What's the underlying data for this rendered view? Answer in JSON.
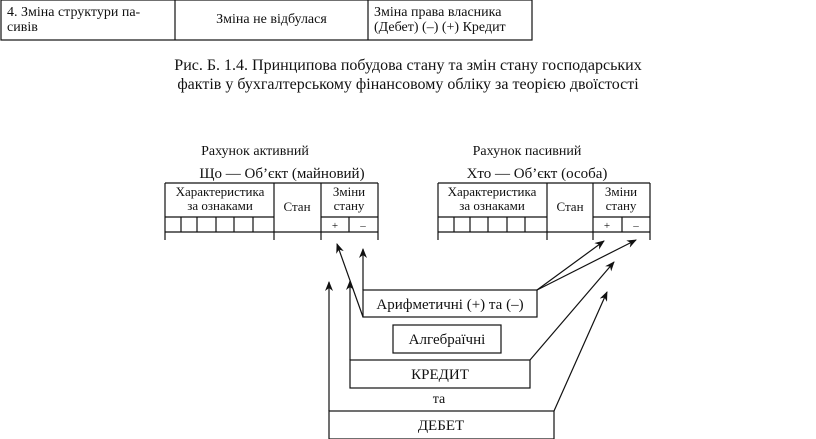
{
  "table_row": {
    "col1": "4. Зміна структури па-\nсивів",
    "col1_line1": "4. Зміна структури па-",
    "col1_line2": "сивів",
    "col2": "Зміна не відбулася",
    "col3_line1": "Зміна права власника",
    "col3_line2": "(Дебет) (–) (+) Кредит"
  },
  "caption": {
    "line1": "Рис. Б. 1.4. Принципова побудова стану та змін стану господарських",
    "line2": "фактів у бухгалтерському фінансовому обліку за теорією двоїстості"
  },
  "diagram": {
    "active": {
      "title": "Рахунок активний",
      "subtitle": "Що — Об’єкт (майновий)"
    },
    "passive": {
      "title": "Рахунок пасивний",
      "subtitle": "Хто — Об’єкт (особа)"
    },
    "col_characteristics_1": "Характеристика",
    "col_characteristics_2": "за ознаками",
    "col_state": "Стан",
    "col_changes_1": "Зміни",
    "col_changes_2": "стану",
    "plus": "+",
    "minus": "–",
    "arithmetic": "Арифметичні (+) та (–)",
    "algebraic": "Алгебраїчні",
    "credit": "КРЕДИТ",
    "and": "та",
    "debit": "ДЕБЕТ"
  }
}
